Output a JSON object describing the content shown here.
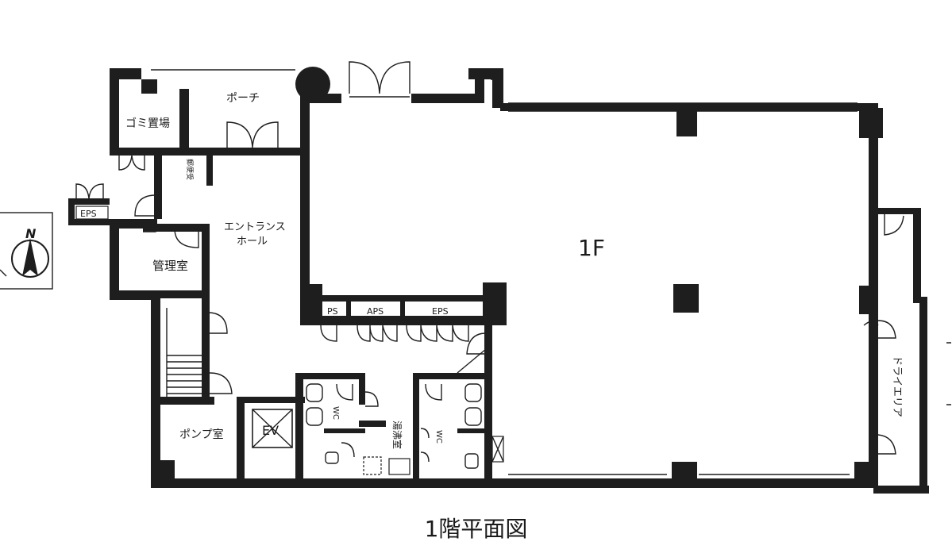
{
  "plan": {
    "caption": "1階平面図",
    "north_label": "N",
    "rooms": {
      "porch": "ポーチ",
      "garbage": "ゴミ置場",
      "mailbox": "郵便受",
      "eps_left": "EPS",
      "entrance_line1": "エントランス",
      "entrance_line2": "ホール",
      "management": "管理室",
      "ps": "PS",
      "aps": "APS",
      "eps_core": "EPS",
      "floor_1f": "1F",
      "pump": "ポンプ室",
      "ev": "EV",
      "wc_left": "WC",
      "kitchenette": "湯沸室",
      "wc_right": "WC",
      "dry_area": "ドライエリア"
    }
  }
}
